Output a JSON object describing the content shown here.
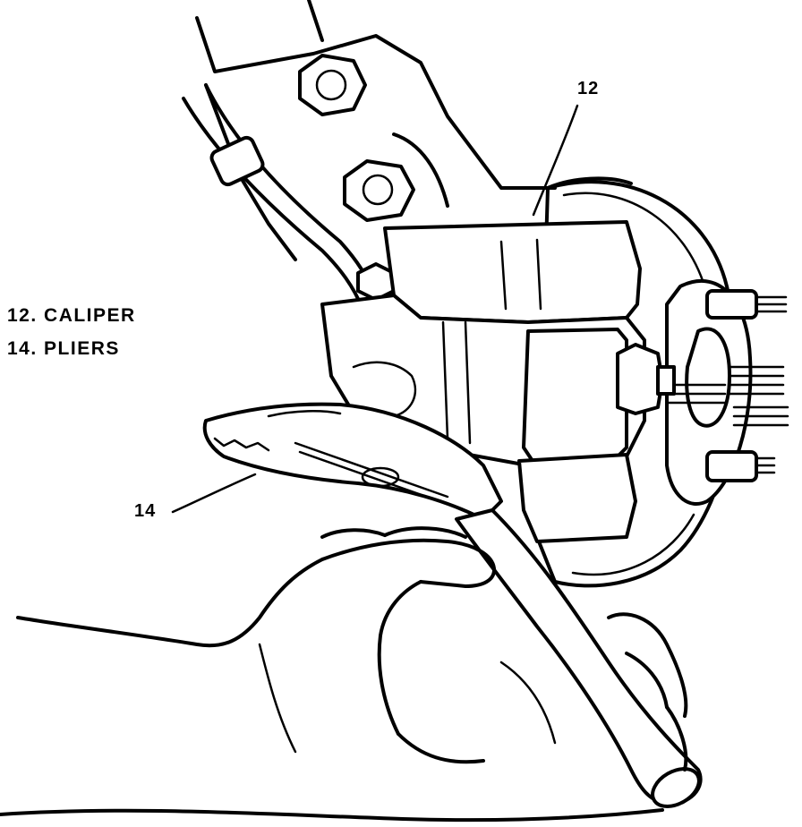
{
  "legend": {
    "item_12": "12. CALIPER",
    "item_14": "14. PLIERS"
  },
  "callouts": {
    "caliper": "12",
    "pliers": "14"
  }
}
